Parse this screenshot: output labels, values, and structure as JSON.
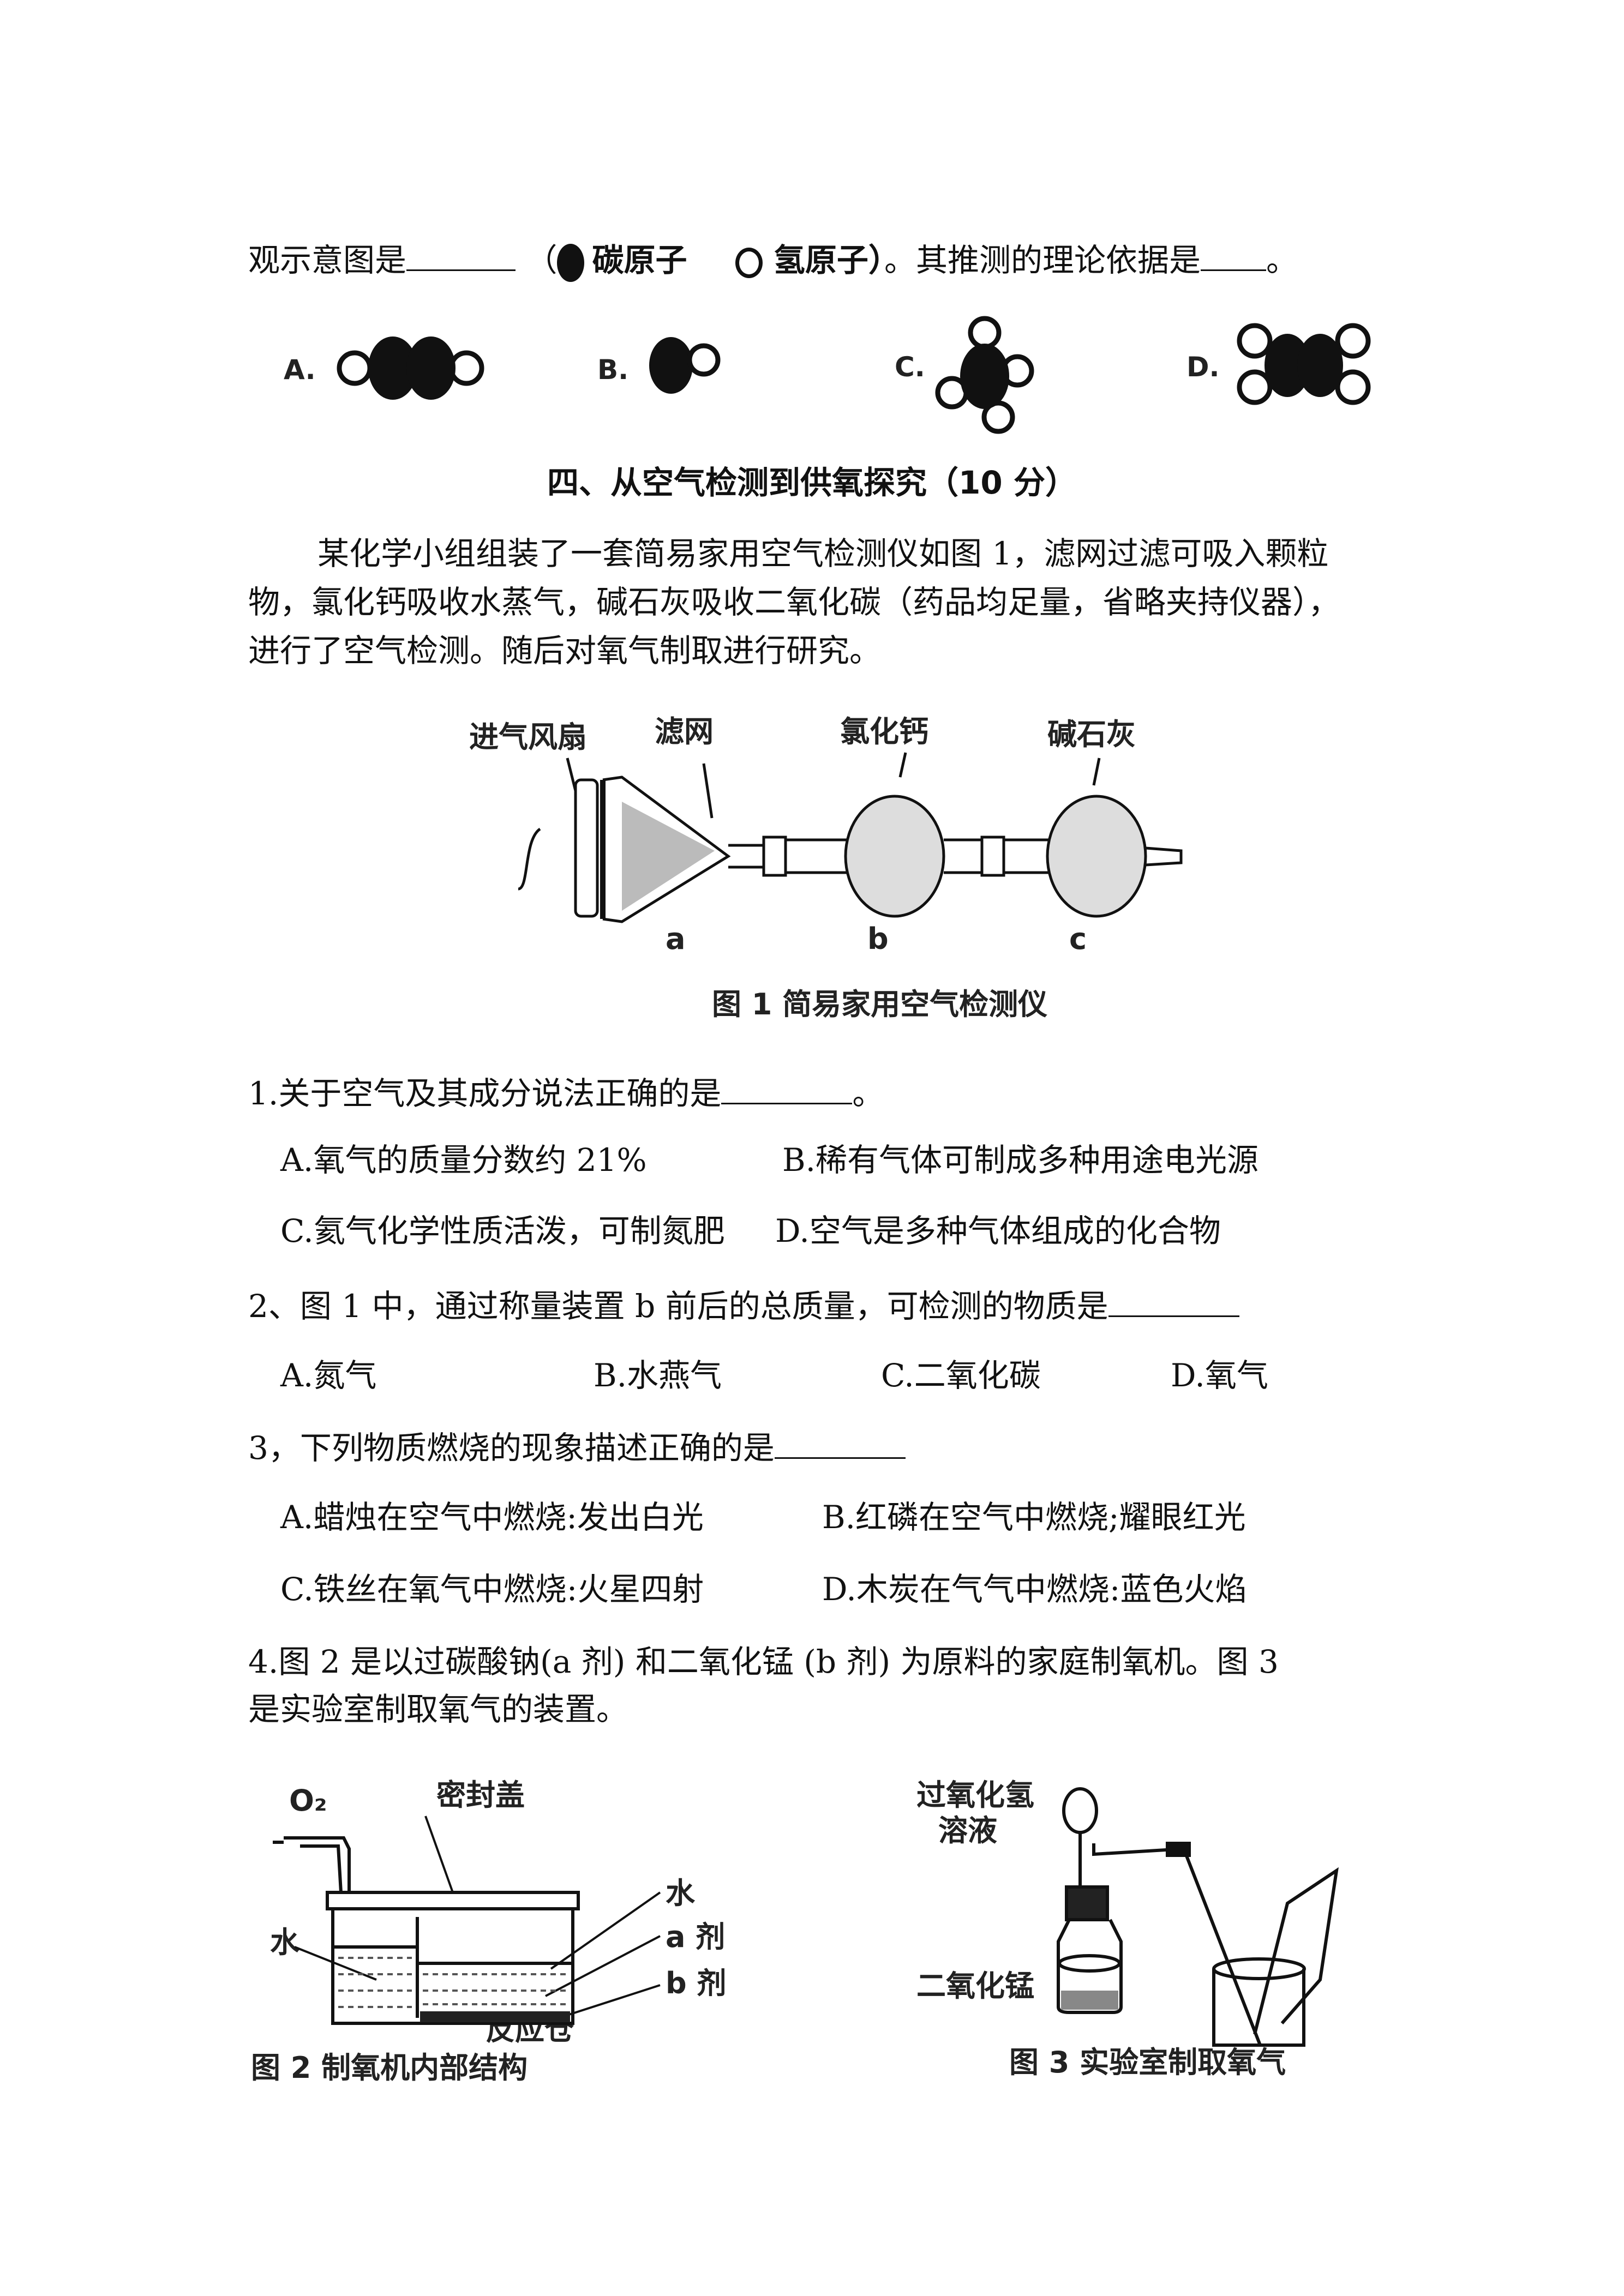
{
  "q_intro": {
    "prefix": "观示意图是",
    "legend_open": "（",
    "carbon_label": "碳原子",
    "hydrogen_label": "氢原子）",
    "suffix": "。其推测的理论依据是",
    "end": "。"
  },
  "molecule_options": [
    "A.",
    "B.",
    "C.",
    "D."
  ],
  "section_title": "四、从空气检测到供氧探究（10 分）",
  "intro_paragraph": [
    "某化学小组组装了一套简易家用空气检测仪如图 1，滤网过滤可吸入颗粒",
    "物，氯化钙吸收水蒸气，碱石灰吸收二氧化碳（药品均足量，省略夹持仪器），",
    "进行了空气检测。随后对氧气制取进行研究。"
  ],
  "figure1": {
    "labels": [
      "进气风扇",
      "滤网",
      "氯化钙",
      "碱石灰"
    ],
    "parts": [
      "a",
      "b",
      "c"
    ],
    "caption": "图 1 简易家用空气检测仪"
  },
  "questions": [
    {
      "stem": "1.关于空气及其成分说法正确的是",
      "tail": "。",
      "options": [
        "A.氧气的质量分数约 21%",
        "B.稀有气体可制成多种用途电光源",
        "C.氦气化学性质活泼，可制氮肥",
        "D.空气是多种气体组成的化合物"
      ]
    },
    {
      "stem": "2、图 1 中，通过称量装置 b 前后的总质量，可检测的物质是",
      "tail": "",
      "options": [
        "A.氮气",
        "B.水燕气",
        "C.二氧化碳",
        "D.氧气"
      ]
    },
    {
      "stem": "3，下列物质燃烧的现象描述正确的是",
      "tail": "",
      "options": [
        "A.蜡烛在空气中燃烧:发出白光",
        "B.红磷在空气中燃烧;耀眼红光",
        "C.铁丝在氧气中燃烧:火星四射",
        "D.木炭在气气中燃烧:蓝色火焰"
      ]
    },
    {
      "stem_lines": [
        "4.图 2 是以过碳酸钠(a 剂) 和二氧化锰 (b 剂) 为原料的家庭制氧机。图 3",
        "是实验室制取氧气的装置。"
      ]
    }
  ],
  "figure2": {
    "labels": [
      "O₂",
      "密封盖",
      "水",
      "水",
      "a 剂",
      "b 剂",
      "反应仓"
    ],
    "caption": "图 2 制氧机内部结构"
  },
  "figure3": {
    "labels": [
      "过氧化氢",
      "溶液",
      "二氧化锰"
    ],
    "caption": "图 3 实验室制取氧气"
  }
}
